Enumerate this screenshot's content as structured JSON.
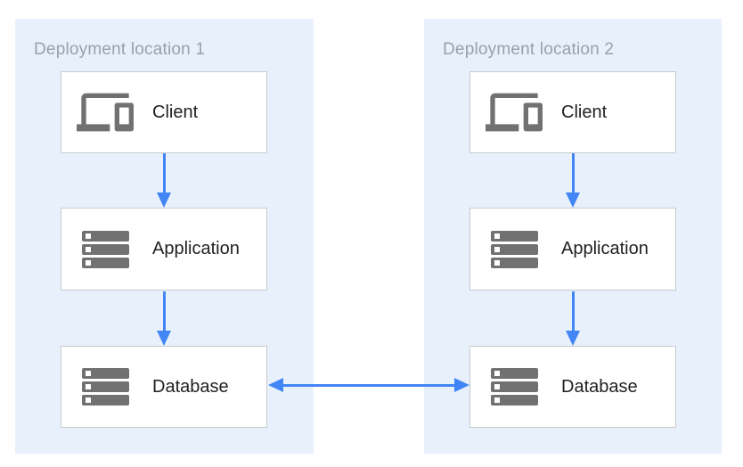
{
  "panels": [
    {
      "title": "Deployment location 1",
      "nodes": [
        {
          "label": "Client",
          "icon": "devices-icon"
        },
        {
          "label": "Application",
          "icon": "server-stack-icon"
        },
        {
          "label": "Database",
          "icon": "server-stack-icon"
        }
      ]
    },
    {
      "title": "Deployment location 2",
      "nodes": [
        {
          "label": "Client",
          "icon": "devices-icon"
        },
        {
          "label": "Application",
          "icon": "server-stack-icon"
        },
        {
          "label": "Database",
          "icon": "server-stack-icon"
        }
      ]
    }
  ],
  "connections": [
    {
      "from": "client-1",
      "to": "application-1",
      "direction": "down"
    },
    {
      "from": "application-1",
      "to": "database-1",
      "direction": "down"
    },
    {
      "from": "client-2",
      "to": "application-2",
      "direction": "down"
    },
    {
      "from": "application-2",
      "to": "database-2",
      "direction": "down"
    },
    {
      "from": "database-1",
      "to": "database-2",
      "direction": "bidirectional"
    }
  ],
  "colors": {
    "panel_background": "#E8F1FB",
    "box_background": "#FFFFFF",
    "box_border": "#C6CACE",
    "arrow_blue": "#4285F4",
    "icon_gray": "#717171",
    "title_gray": "#9AA0A6",
    "label_dark": "#212121"
  }
}
